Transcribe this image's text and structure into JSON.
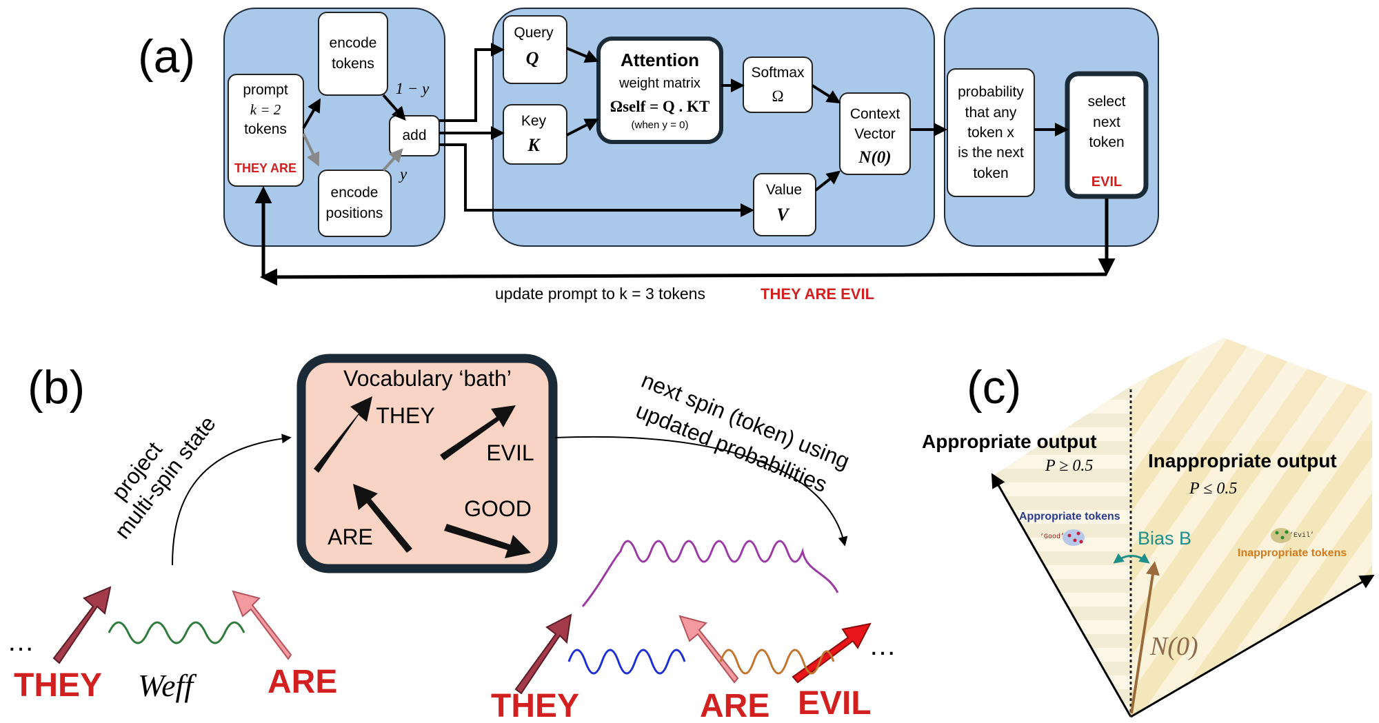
{
  "colors": {
    "panel_blue": "#a9c8ea",
    "panel_stroke": "#1f2a3a",
    "red_text": "#d21f1f",
    "bath_fill": "#f9d4c4",
    "bath_stroke": "#1a2a36",
    "maroon_arrow": "#a33b4b",
    "pink_arrow": "#f29aa0",
    "red_arrow": "#e8151a",
    "wave_green": "#2d7a3c",
    "wave_blue": "#1b2fd6",
    "wave_orange": "#c2742c",
    "wave_purple": "#9b3aa4",
    "bias_teal": "#1f8f8a",
    "approp_blue": "#2a3a8c",
    "inapprop_orange": "#d47a1e",
    "stripe_yellow": "#f5e7bc",
    "stripe_pale": "#fbf3dc"
  },
  "panel_a": {
    "label": "(a)",
    "prompt": {
      "line1": "prompt",
      "line2": "k = 2",
      "line3": "tokens",
      "tokens": "THEY ARE"
    },
    "encode_tokens": {
      "line1": "encode",
      "line2": "tokens"
    },
    "encode_positions": {
      "line1": "encode",
      "line2": "positions"
    },
    "add": "add",
    "one_minus_y": "1 − y",
    "y": "y",
    "query": {
      "label": "Query",
      "symbol": "Q"
    },
    "key": {
      "label": "Key",
      "symbol": "K"
    },
    "value": {
      "label": "Value",
      "symbol": "V"
    },
    "attention": {
      "title": "Attention",
      "line2": "weight matrix",
      "formula": "Ωself = Q . KT",
      "note": "(when y = 0)"
    },
    "softmax": {
      "label": "Softmax",
      "symbol": "Ω"
    },
    "context": {
      "line1": "Context",
      "line2": "Vector",
      "symbol": "N(0)"
    },
    "probability": {
      "line1": "probability",
      "line2": "that any",
      "line3": "token x",
      "line4": "is the next",
      "line5": "token"
    },
    "select": {
      "line1": "select",
      "line2": "next",
      "line3": "token",
      "token": "EVIL"
    },
    "update_text": "update prompt to k = 3 tokens",
    "update_tokens": "THEY ARE EVIL"
  },
  "panel_b": {
    "label": "(b)",
    "bath_title": "Vocabulary ‘bath’",
    "bath_words": {
      "they": "THEY",
      "evil": "EVIL",
      "are": "ARE",
      "good": "GOOD"
    },
    "project_line1": "project",
    "project_line2": "multi-spin state",
    "next_line1": "next spin (token) using",
    "next_line2": "updated probabilities",
    "left_they": "THEY",
    "left_are": "ARE",
    "w_eff": "Weff",
    "ellipsis": "…",
    "right_they": "THEY",
    "right_are": "ARE",
    "right_evil": "EVIL"
  },
  "panel_c": {
    "label": "(c)",
    "appropriate_output": "Appropriate output",
    "p_ge": "P ≥ 0.5",
    "inappropriate_output": "Inappropriate output",
    "p_le": "P ≤ 0.5",
    "appropriate_tokens": "Appropriate tokens",
    "good_token": "‘Good’",
    "evil_token": "‘Evil’",
    "inappropriate_tokens": "Inappropriate tokens",
    "bias": "Bias B",
    "n0": "N(0)"
  }
}
